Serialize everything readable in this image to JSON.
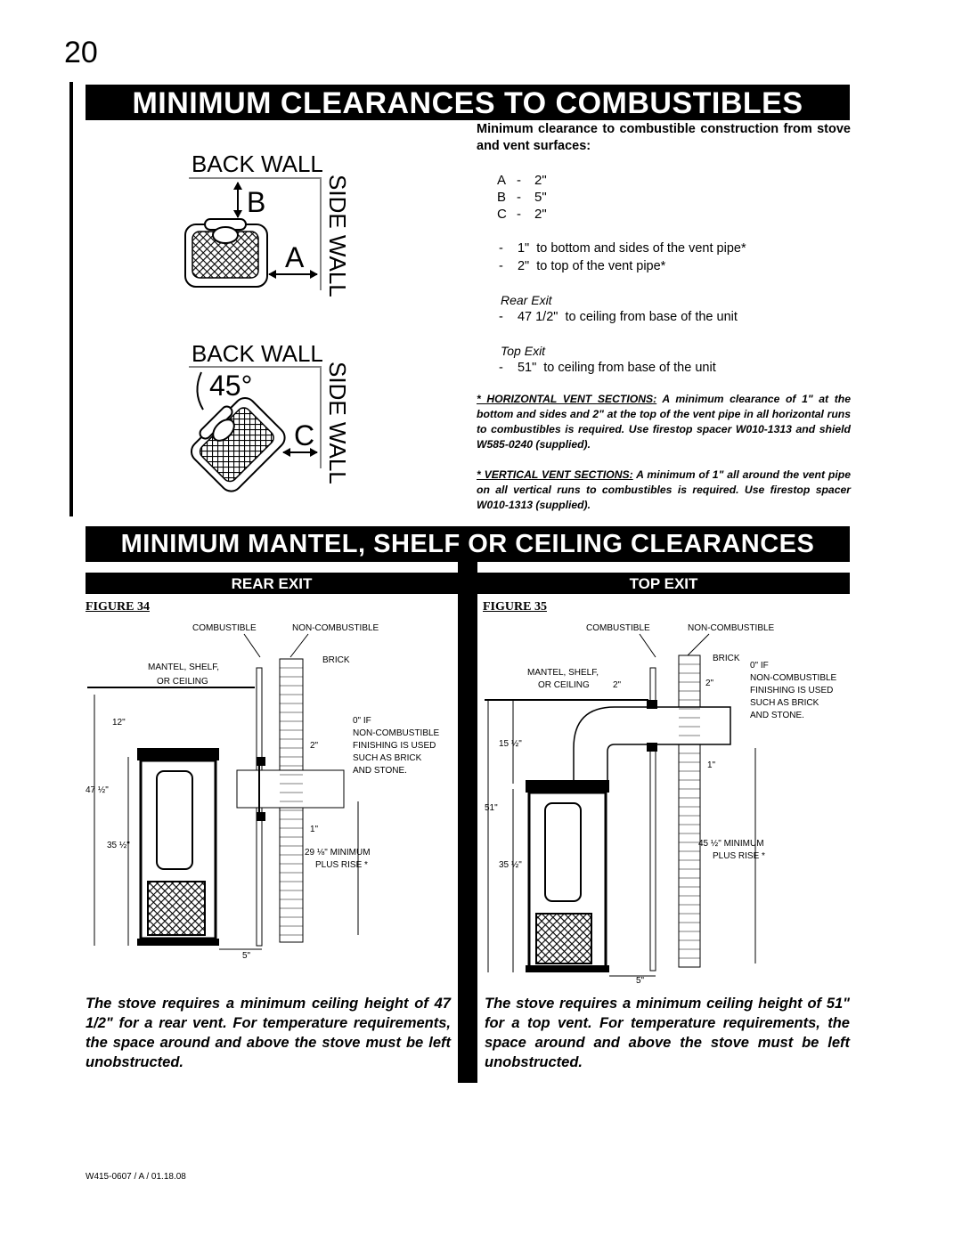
{
  "page_number": "20",
  "title_banner": "MINIMUM CLEARANCES TO COMBUSTIBLES",
  "diagram_top": {
    "back_wall": "BACK WALL",
    "side_wall": "SIDE WALL",
    "label_b": "B",
    "label_a": "A"
  },
  "diagram_bottom": {
    "back_wall": "BACK WALL",
    "side_wall": "SIDE WALL",
    "angle": "45°",
    "label_c": "C"
  },
  "intro_text": "Minimum clearance to combustible construction from stove and vent surfaces:",
  "clearances": [
    {
      "letter": "A",
      "dash": "-",
      "value": "2\""
    },
    {
      "letter": "B",
      "dash": "-",
      "value": "5\""
    },
    {
      "letter": "C",
      "dash": "-",
      "value": "2\""
    }
  ],
  "vent_pipe": [
    "-    1\"  to bottom and sides of the vent pipe*",
    "-    2\"  to top of the vent pipe*"
  ],
  "rear_exit_label": "Rear Exit",
  "rear_exit_line": "-    47 1/2\"  to ceiling from base of the unit",
  "top_exit_label": "Top Exit",
  "top_exit_line": "-    51\"  to ceiling from base of the unit",
  "note_horizontal_head": "* HORIZONTAL VENT SECTIONS:",
  "note_horizontal_body": " A minimum clearance of 1\" at the bottom and sides and 2\" at the top of the vent pipe in all horizontal runs to combustibles is required.  Use firestop spacer W010-1313 and shield W585-0240 (supplied).",
  "note_vertical_head": "* VERTICAL VENT SECTIONS:",
  "note_vertical_body": " A minimum of 1\" all around the vent pipe on all vertical runs to combustibles is required.  Use firestop spacer W010-1313 (supplied).",
  "second_banner": "MINIMUM MANTEL, SHELF OR CEILING CLEARANCES",
  "rear_exit_header": "REAR EXIT",
  "top_exit_header": "TOP EXIT",
  "figure34": {
    "label": "FIGURE 34",
    "combustible": "COMBUSTIBLE",
    "non_combustible": "NON-COMBUSTIBLE",
    "brick": "BRICK",
    "mantel1": "MANTEL, SHELF,",
    "mantel2": "OR CEILING",
    "d12": "12\"",
    "d475": "47 ½\"",
    "d355": "35 ½\"",
    "d2": "2\"",
    "d1": "1\"",
    "d5": "5\"",
    "if1": "0\" IF",
    "if2": "NON-COMBUSTIBLE",
    "if3": "FINISHING IS USED",
    "if4": "SUCH AS BRICK",
    "if5": "AND STONE.",
    "min1": "29 ⅛\" MINIMUM",
    "min2": "PLUS RISE *"
  },
  "figure35": {
    "label": "FIGURE 35",
    "combustible": "COMBUSTIBLE",
    "non_combustible": "NON-COMBUSTIBLE",
    "brick": "BRICK",
    "mantel1": "MANTEL, SHELF,",
    "mantel2": "OR CEILING",
    "d2a": "2\"",
    "d2b": "2\"",
    "d155": "15 ½\"",
    "d51": "51\"",
    "d355": "35 ½\"",
    "d1": "1\"",
    "d5": "5\"",
    "if1": "0\" IF",
    "if2": "NON-COMBUSTIBLE",
    "if3": "FINISHING IS USED",
    "if4": "SUCH AS BRICK",
    "if5": "AND STONE.",
    "min1": "45 ½\" MINIMUM",
    "min2": "PLUS RISE *"
  },
  "caption_rear": "The stove requires a minimum ceiling height of 47 1/2\" for a rear vent.  For temperature requirements, the space around and above the stove must be left unobstructed.",
  "caption_top": "The stove requires a minimum ceiling height of 51\" for a top vent. For temperature requirements, the space around and above the stove must be left unobstructed.",
  "footer": "W415-0607 / A / 01.18.08"
}
